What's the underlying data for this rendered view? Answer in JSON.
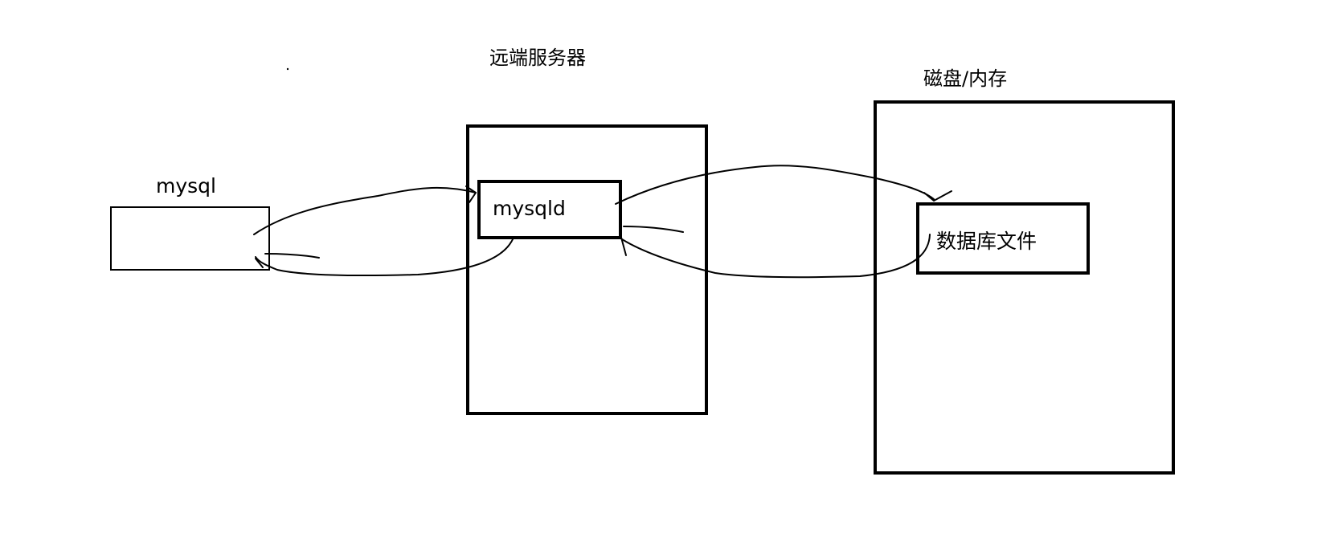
{
  "diagram": {
    "client": {
      "label": "mysql"
    },
    "server": {
      "label": "远端服务器",
      "inner_label": "mysqld"
    },
    "storage": {
      "label": "磁盘/内存",
      "inner_label": "数据库文件"
    }
  },
  "colors": {
    "ink": "#000000",
    "background": "#ffffff"
  }
}
